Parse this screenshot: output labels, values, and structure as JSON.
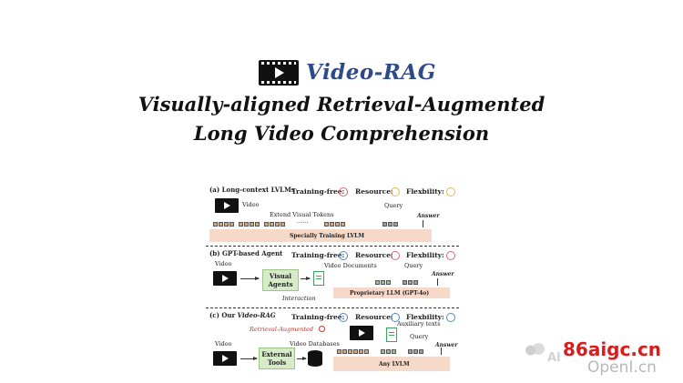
{
  "header": {
    "brand": "Video-RAG",
    "headline_1": "Visually-aligned Retrieval-Augmented",
    "headline_2": "Long Video Comprehension"
  },
  "diagram": {
    "criteria": {
      "training_free": "Training-free:",
      "resource": "Resource:",
      "flexibility": "Flexbility:"
    },
    "panel_a": {
      "label": "(a) Long-context LVLMs",
      "video": "Video",
      "tokens": "Extend Visual Tokens",
      "ellipsis": "......",
      "query": "Query",
      "answer": "Answer",
      "model": "Specially Training LVLM"
    },
    "panel_b": {
      "label": "(b) GPT-based Agent",
      "video": "Video",
      "agents_1": "Visual",
      "agents_2": "Agents",
      "documents": "Video Documents",
      "query": "Query",
      "answer": "Answer",
      "interaction": "Interaction",
      "model": "Proprietary LLM (GPT-4o)"
    },
    "panel_c": {
      "label_prefix": "(c) Our ",
      "label_name": "Video-RAG",
      "retrieval": "Retrieval-Augmented",
      "auxiliary": "Auxiliary texts",
      "video": "Video",
      "tools_1": "External",
      "tools_2": "Tools",
      "databases": "Video Databases",
      "query": "Query",
      "answer": "Answer",
      "model": "Any LVLM"
    }
  },
  "watermark": {
    "site": "86aigc.cn",
    "site2": "OpenI.cn",
    "ai": "AI"
  }
}
